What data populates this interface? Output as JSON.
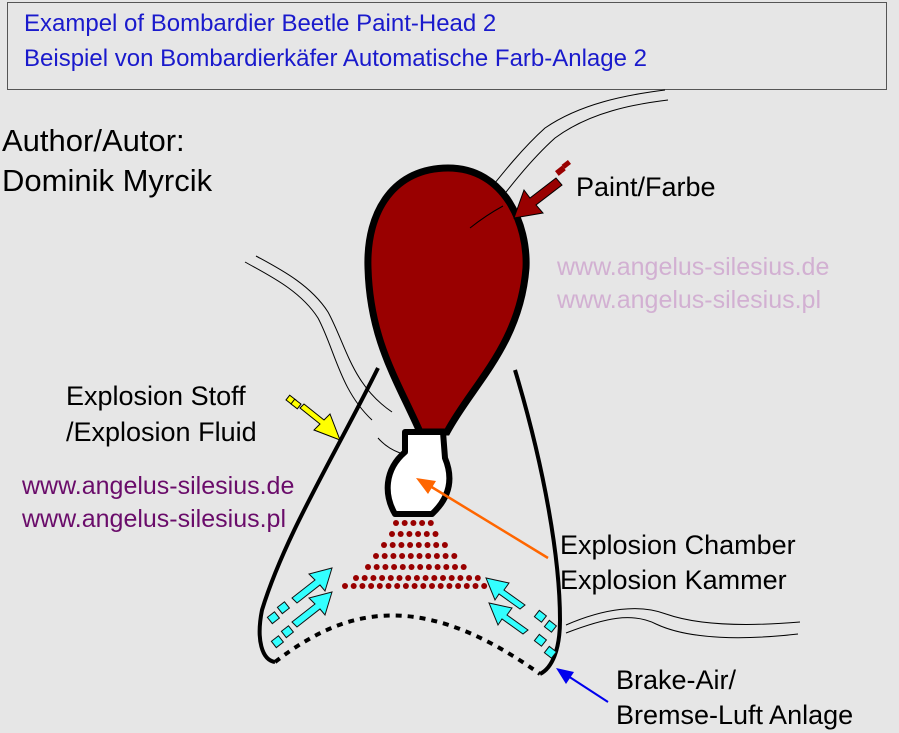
{
  "title": {
    "line1": "Exampel of Bombardier Beetle Paint-Head 2",
    "line2": "Beispiel von Bombardierkäfer Automatische Farb-Anlage 2"
  },
  "author": {
    "line1": "Author/Autor:",
    "line2": "Dominik Myrcik"
  },
  "labels": {
    "paint": "Paint/Farbe",
    "explosion_fluid_line1": "Explosion Stoff",
    "explosion_fluid_line2": "/Explosion Fluid",
    "chamber_line1": "Explosion Chamber",
    "chamber_line2": "Explosion Kammer",
    "brake_line1": "Brake-Air/",
    "brake_line2": "Bremse-Luft Anlage"
  },
  "watermarks": {
    "right_de": "www.angelus-silesius.de",
    "right_pl": "www.angelus-silesius.pl",
    "left_de": "www.angelus-silesius.de",
    "left_pl": "www.angelus-silesius.pl"
  },
  "colors": {
    "paint_reservoir": "#990000",
    "paint_arrow": "#990000",
    "fluid_arrow": "#ffff00",
    "chamber_arrow": "#ff6600",
    "brake_arrow": "#0000ee",
    "air_arrows": "#33ffff",
    "particles": "#990000"
  }
}
